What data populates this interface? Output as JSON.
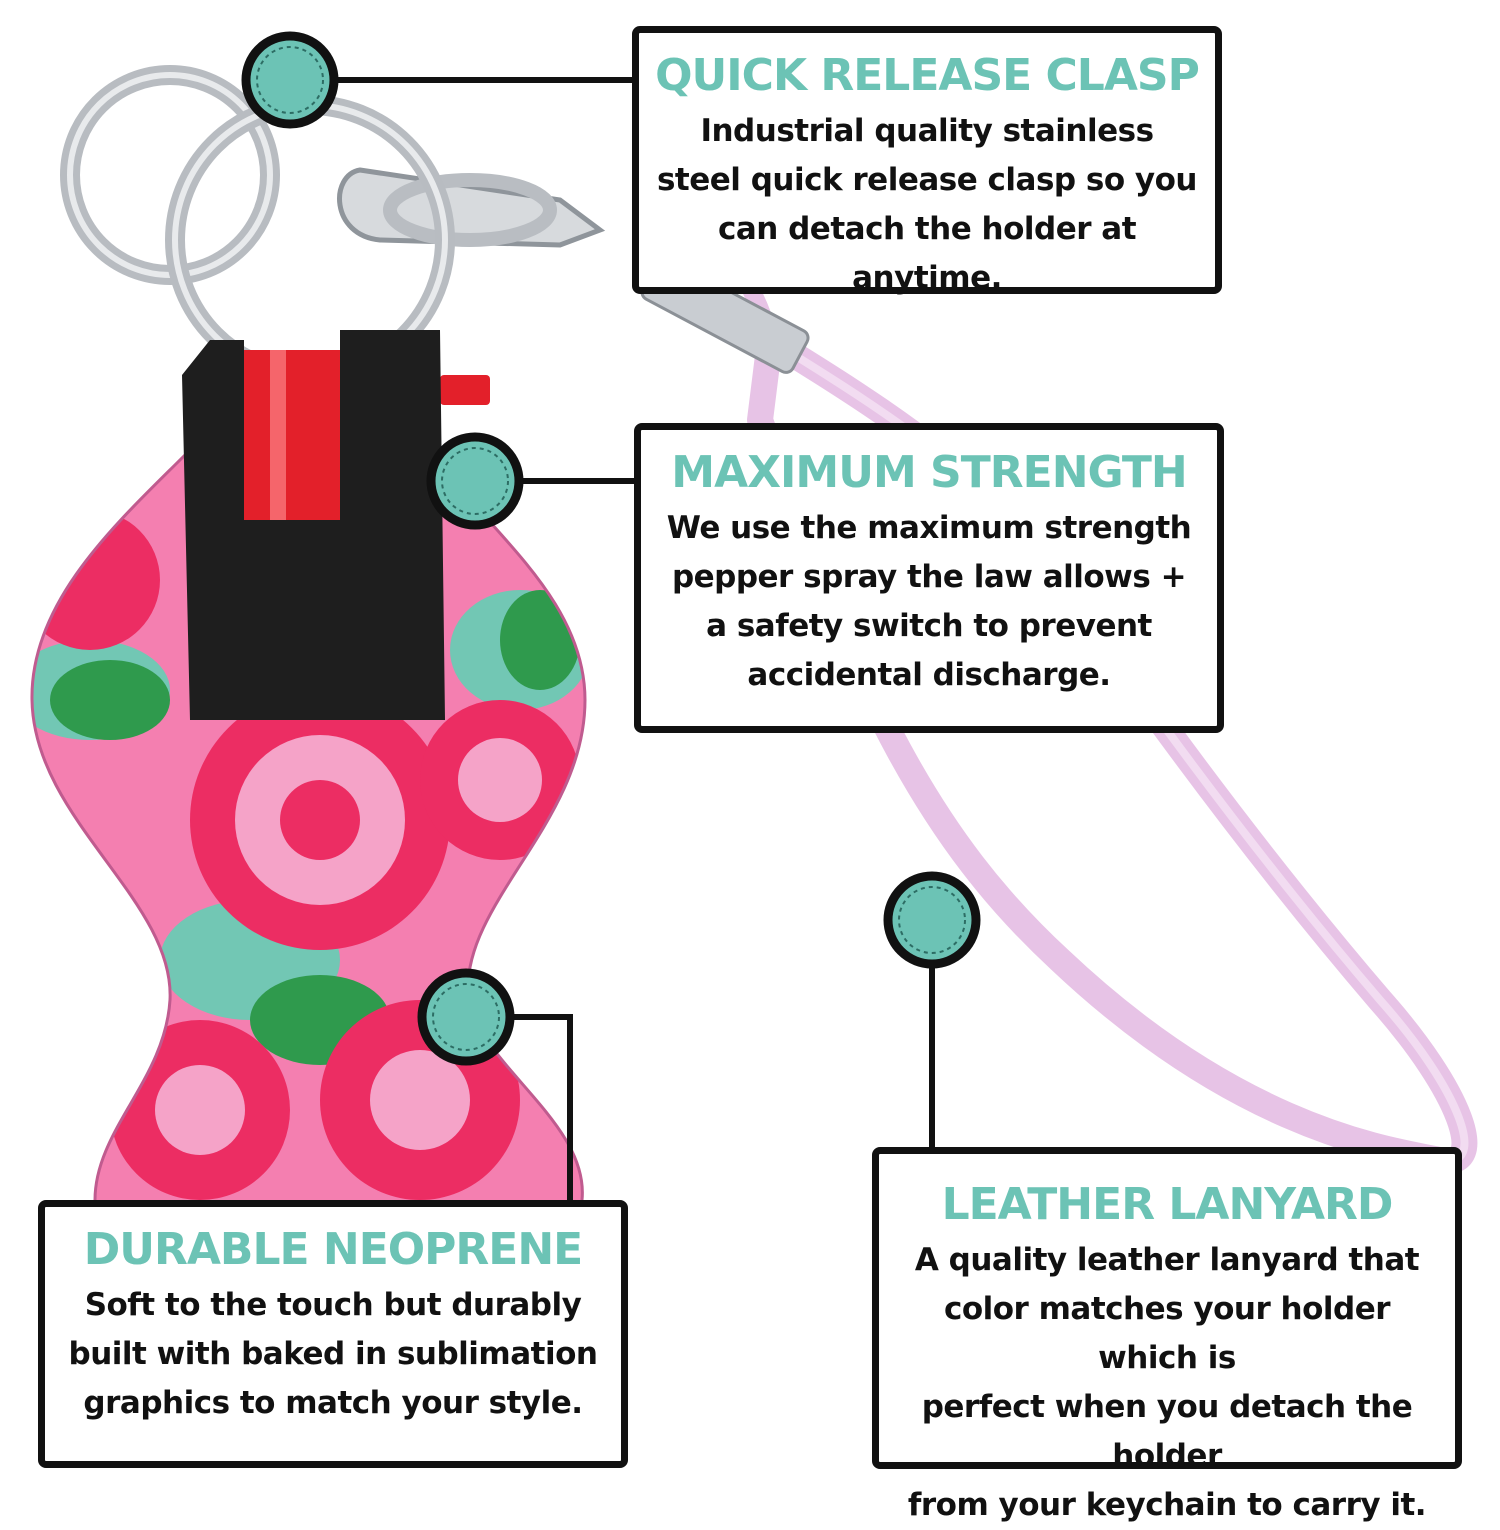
{
  "colors": {
    "accent_teal": "#6cc3b5",
    "border_black": "#111111",
    "lanyard_pink": "#e7c3e6",
    "fabric_pink": "#f47fb0",
    "rose_red": "#ec2d63",
    "leaf_green": "#2f9a4d",
    "holder_black": "#1e1e1e",
    "spray_red": "#e3202a"
  },
  "icons": [
    "marker-dot-icon",
    "key-ring-icon",
    "clasp-icon",
    "pepper-spray-holder-icon",
    "lanyard-icon"
  ],
  "callouts": [
    {
      "title": "QUICK RELEASE CLASP",
      "lines": [
        "Industrial quality stainless",
        "steel quick release clasp so you",
        "can detach the holder at anytime."
      ]
    },
    {
      "title": "MAXIMUM STRENGTH",
      "lines": [
        "We use the maximum strength",
        "pepper spray the law allows +",
        "a safety switch to prevent",
        "accidental discharge."
      ]
    },
    {
      "title": "DURABLE NEOPRENE",
      "lines": [
        "Soft to the touch but durably",
        "built with baked in sublimation",
        "graphics to match your style."
      ]
    },
    {
      "title": "LEATHER LANYARD",
      "lines": [
        "A quality leather lanyard that",
        "color matches your holder which is",
        "perfect when you detach the holder",
        "from your keychain to carry it."
      ]
    }
  ]
}
